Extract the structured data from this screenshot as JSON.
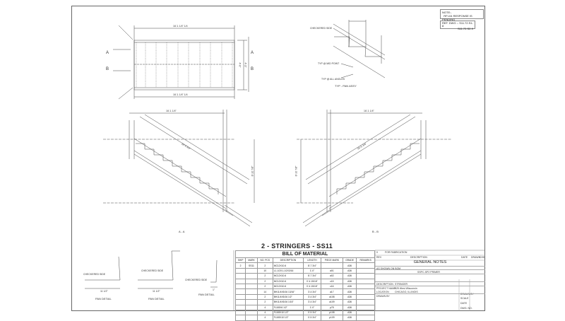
{
  "notes": {
    "note_label": "NOTE:-",
    "note_text": "RFI-04 RESPONSE IS PENDING",
    "ref_label": "REF. DWG :-",
    "ref_values": [
      "S11.72.S1-8",
      "S11.72.S2-9"
    ]
  },
  "views": {
    "plan_section_marks": [
      "A",
      "A",
      "B",
      "B"
    ],
    "plan_dims": {
      "top_length": "16'-1 1/4\" 1/4",
      "bottom_length": "16'-1 1/4\" 1/4",
      "width_outer": "4'-3\"",
      "width_inner": "4'-0\""
    },
    "pan_assy_title": "TYP - PAN ASSY",
    "pan_assy_labels": [
      "CHECKERED SIDE",
      "TYP @ MID POINT",
      "TYP @ ALL ANGLES"
    ],
    "section_a_label": "A - A",
    "section_b_label": "B - B",
    "section_dims": {
      "run": "16'-1 1/4\"",
      "rise": "8'-10 7/8\"",
      "slope_length": "18'-5 3/4\""
    },
    "pan_details": [
      {
        "label": "PAN DETAIL",
        "side_note": "CHECKERED SIDE",
        "dim": "11 1/2\""
      },
      {
        "label": "PAN DETAIL",
        "side_note": "CHECKERED SIDE",
        "dim": "11 1/2\""
      },
      {
        "label": "PAN DETAIL",
        "side_note": "CHECKERED SIDE",
        "dim": "1\""
      }
    ]
  },
  "drawing_title": "2 - STRINGERS - SS11",
  "bom": {
    "title": "BILL OF MATERIAL",
    "headers": [
      "SHIP",
      "MARK",
      "NO. PCS",
      "DESCRIPTION",
      "LENGTH",
      "PIECE MARK",
      "GRADE",
      "REMARKS"
    ],
    "rows": [
      [
        "2",
        "SS11",
        "2",
        "MC12X10.6",
        "8'-7 3/4\"",
        "",
        "A36",
        ""
      ],
      [
        "",
        "",
        "10",
        "L1-1/2X1-1/2X3/16",
        "1'-0\"",
        "a01",
        "A36",
        ""
      ],
      [
        "",
        "",
        "2",
        "MC12X10.6",
        "8'-7 3/4\"",
        "a02",
        "A36",
        ""
      ],
      [
        "",
        "",
        "2",
        "MC12X10.6",
        "0'-4 15/16\"",
        "c15",
        "A36",
        ""
      ],
      [
        "",
        "",
        "2",
        "MC12X10.6",
        "0'-4 15/16\"",
        "c16",
        "A36",
        ""
      ],
      [
        "",
        "",
        "14",
        "BH11/4X5/16 13/16\"",
        "3'-4 3/4\"",
        "a17",
        "A36",
        ""
      ],
      [
        "",
        "",
        "2",
        "BH11/4X5/16 1/2\"",
        "3'-4 3/4\"",
        "a108",
        "A36",
        ""
      ],
      [
        "",
        "",
        "2",
        "BH11/4X5/16 1/16\"",
        "3'-4 3/4\"",
        "a109",
        "A36",
        ""
      ],
      [
        "",
        "",
        "4",
        "FL3/8X6 1/2\"",
        "1'-0\"",
        "p78",
        "A36",
        ""
      ],
      [
        "",
        "",
        "4",
        "FL3/8X10 1/2\"",
        "0'-5 3/4\"",
        "p108",
        "A36",
        ""
      ],
      [
        "",
        "",
        "4",
        "FL3/8X10 1/2\"",
        "0'-5 3/4\"",
        "p109",
        "A36",
        ""
      ]
    ]
  },
  "title_block": {
    "revision_row": [
      "0",
      "FOR FABRICATION"
    ],
    "revision_headers": [
      "REV",
      "DESCRIPTION",
      "DATE",
      "DRAWN",
      "CHK"
    ],
    "general_notes_title": "GENERAL NOTES",
    "material": "AS SHOWN ON BOM",
    "paint": "SSPC-SP2 PRIMER",
    "description_label": "DESCRIPTION",
    "description_value": "STRINGER",
    "project_label": "PROJECT NAME",
    "project_value": "525 West Wisconsin",
    "location_label": "LOCATION",
    "location_value": "CHICAGO, ILLINOIS",
    "drawn_by_label": "DRAWN BY",
    "side_fields": [
      "DRAWN BY",
      "SCALE",
      "DATE",
      "DWG. NO."
    ]
  }
}
